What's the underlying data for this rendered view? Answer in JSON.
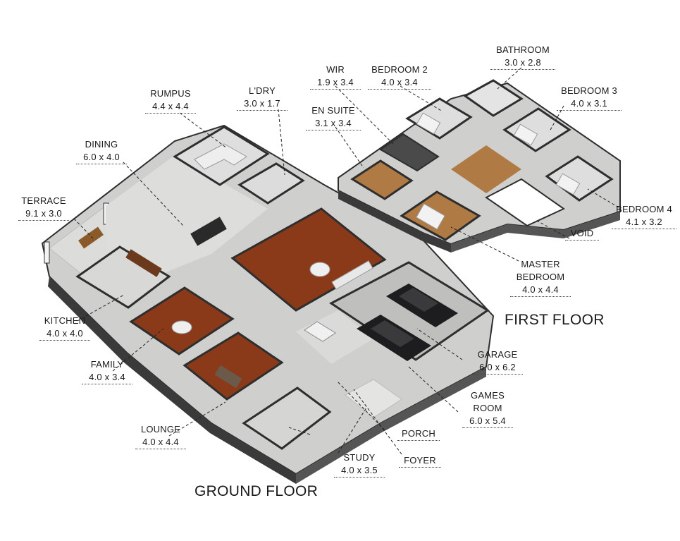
{
  "colors": {
    "wall": "#2e2e2e",
    "wall_top": "#efefef",
    "floor_tile": "#d9d9d7",
    "floor_wood": "#8a3a18",
    "floor_wood_light": "#a86a3a",
    "car": "#1d1d1f"
  },
  "floors": {
    "ground": "GROUND FLOOR",
    "first": "FIRST FLOOR"
  },
  "rooms": {
    "terrace": {
      "name": "TERRACE",
      "dim": "9.1 x 3.0"
    },
    "dining": {
      "name": "DINING",
      "dim": "6.0 x 4.0"
    },
    "rumpus": {
      "name": "RUMPUS",
      "dim": "4.4 x 4.4"
    },
    "laundry": {
      "name": "L'DRY",
      "dim": "3.0 x 1.7"
    },
    "kitchen": {
      "name": "KITCHEN",
      "dim": "4.0 x 4.0"
    },
    "family": {
      "name": "FAMILY",
      "dim": "4.0 x 3.4"
    },
    "lounge": {
      "name": "LOUNGE",
      "dim": "4.0 x 4.4"
    },
    "study": {
      "name": "STUDY",
      "dim": "4.0 x 3.5"
    },
    "foyer": {
      "name": "FOYER",
      "dim": ""
    },
    "porch": {
      "name": "PORCH",
      "dim": ""
    },
    "games_room": {
      "name1": "GAMES",
      "name2": "ROOM",
      "dim": "6.0 x 5.4"
    },
    "garage": {
      "name": "GARAGE",
      "dim": "6.0 x 6.2"
    },
    "wir": {
      "name": "WIR",
      "dim": "1.9 x 3.4"
    },
    "en_suite": {
      "name": "EN SUITE",
      "dim": "3.1 x 3.4"
    },
    "bedroom2": {
      "name": "BEDROOM 2",
      "dim": "4.0 x 3.4"
    },
    "bathroom": {
      "name": "BATHROOM",
      "dim": "3.0 x 2.8"
    },
    "bedroom3": {
      "name": "BEDROOM 3",
      "dim": "4.0 x 3.1"
    },
    "bedroom4": {
      "name": "BEDROOM 4",
      "dim": "4.1 x 3.2"
    },
    "void": {
      "name": "VOID",
      "dim": ""
    },
    "master": {
      "name1": "MASTER",
      "name2": "BEDROOM",
      "dim": "4.0 x 4.4"
    }
  }
}
